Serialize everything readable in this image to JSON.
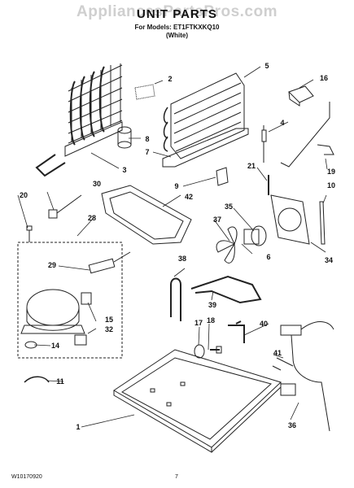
{
  "watermark": "AppliancesPartsPros.com",
  "title": "UNIT PARTS",
  "subtitle_models": "For Models: ET1FTKXKQ10",
  "subtitle_color": "(White)",
  "footer_doc": "W10170920",
  "footer_page": "7",
  "callouts": {
    "c1": "1",
    "c2": "2",
    "c3": "3",
    "c4": "4",
    "c5": "5",
    "c6": "6",
    "c7": "7",
    "c8": "8",
    "c9": "9",
    "c10": "10",
    "c11": "11",
    "c14": "14",
    "c15": "15",
    "c16": "16",
    "c17": "17",
    "c18": "18",
    "c19": "19",
    "c20": "20",
    "c21": "21",
    "c28": "28",
    "c29": "29",
    "c30": "30",
    "c32": "32",
    "c34": "34",
    "c35": "35",
    "c36": "36",
    "c37": "37",
    "c38": "38",
    "c39": "39",
    "c40": "40",
    "c41": "41",
    "c42": "42"
  }
}
